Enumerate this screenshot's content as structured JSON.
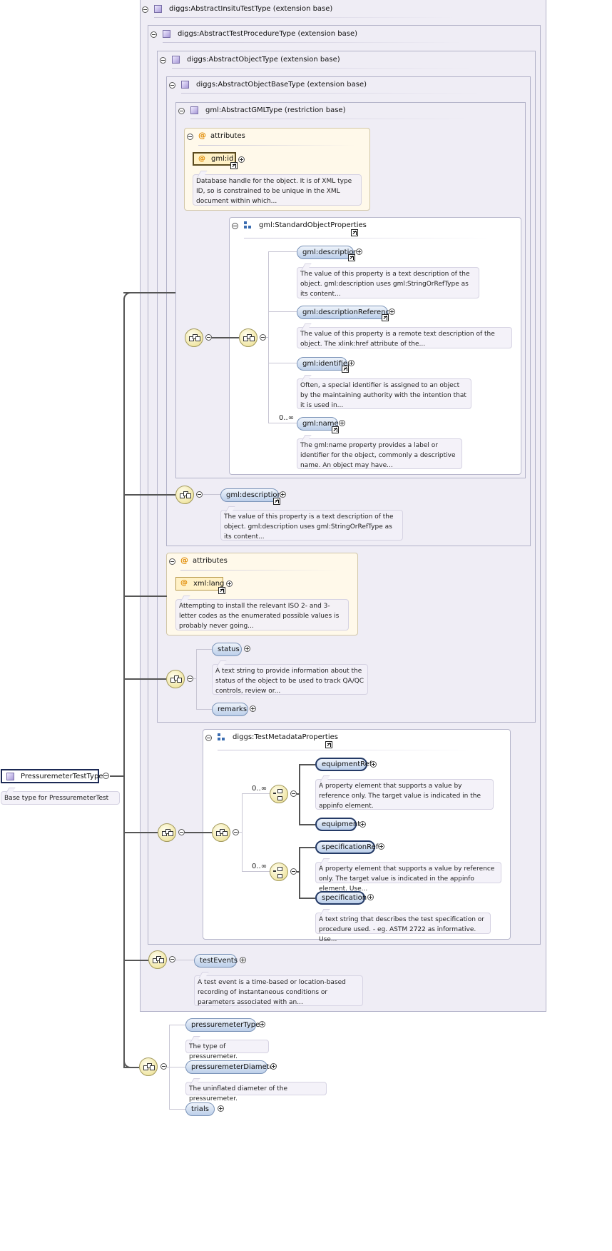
{
  "root": {
    "name": "PressuremeterTestType",
    "doc": "Base type for PressuremeterTest"
  },
  "types": {
    "insitu": "diggs:AbstractInsituTestType (extension base)",
    "procedure": "diggs:AbstractTestProcedureType (extension base)",
    "object": "diggs:AbstractObjectType (extension base)",
    "objectbase": "diggs:AbstractObjectBaseType (extension base)",
    "gml": "gml:AbstractGMLType (restriction base)"
  },
  "gml_attributes": {
    "header": "attributes",
    "id_label": "gml:id",
    "id_doc": "Database handle for the object. It is of XML type ID, so is constrained to be unique in the XML document within which..."
  },
  "standard_props": {
    "header": "gml:StandardObjectProperties",
    "occurs": "0..∞",
    "items": [
      {
        "label": "gml:description",
        "doc": "The value of this property is a text description of the object. gml:description uses gml:StringOrRefType as its content..."
      },
      {
        "label": "gml:descriptionReference",
        "doc": "The value of this property is a remote text description of the object. The xlink:href attribute of the..."
      },
      {
        "label": "gml:identifier",
        "doc": "Often, a special identifier is assigned to an object by the maintaining authority with the intention that it is used in..."
      },
      {
        "label": "gml:name",
        "doc": "The gml:name property provides a label or identifier for the object, commonly a descriptive name. An object may have..."
      }
    ]
  },
  "base_description": {
    "label": "gml:description",
    "doc": "The value of this property is a text description of the object. gml:description uses gml:StringOrRefType as its content..."
  },
  "object_attributes": {
    "header": "attributes",
    "lang_label": "xml:lang",
    "lang_doc": "Attempting to install the relevant ISO 2- and 3-letter codes as the enumerated possible values is probably never going..."
  },
  "object_seq": {
    "status_label": "status",
    "status_doc": "A text string to provide information about the status of the object to be used to track QA/QC controls, review or...",
    "remarks_label": "remarks"
  },
  "test_metadata": {
    "header": "diggs:TestMetadataProperties",
    "occurs1": "0..∞",
    "occurs2": "0..∞",
    "equipmentRef_label": "equipmentRef",
    "equipmentRef_doc": "A property element that supports a value by reference only. The target value is indicated in the appinfo element.",
    "equipment_label": "equipment",
    "specificationRef_label": "specificationRef",
    "specificationRef_doc": "A property element that supports a value by reference only. The target value is indicated in the appinfo element. Use...",
    "specification_label": "specification",
    "specification_doc": "A text string that describes the test specification or procedure used. - eg. ASTM 2722 as informative. Use..."
  },
  "test_events": {
    "label": "testEvents",
    "doc": "A test event is a time-based or location-based recording of instantaneous conditions or parameters associated with an..."
  },
  "pressuremeter": {
    "type_label": "pressuremeterType",
    "type_doc": "The type of pressuremeter.",
    "diameter_label": "pressuremeterDiameter",
    "diameter_doc": "The uninflated diameter of the pressuremeter.",
    "trials_label": "trials"
  }
}
